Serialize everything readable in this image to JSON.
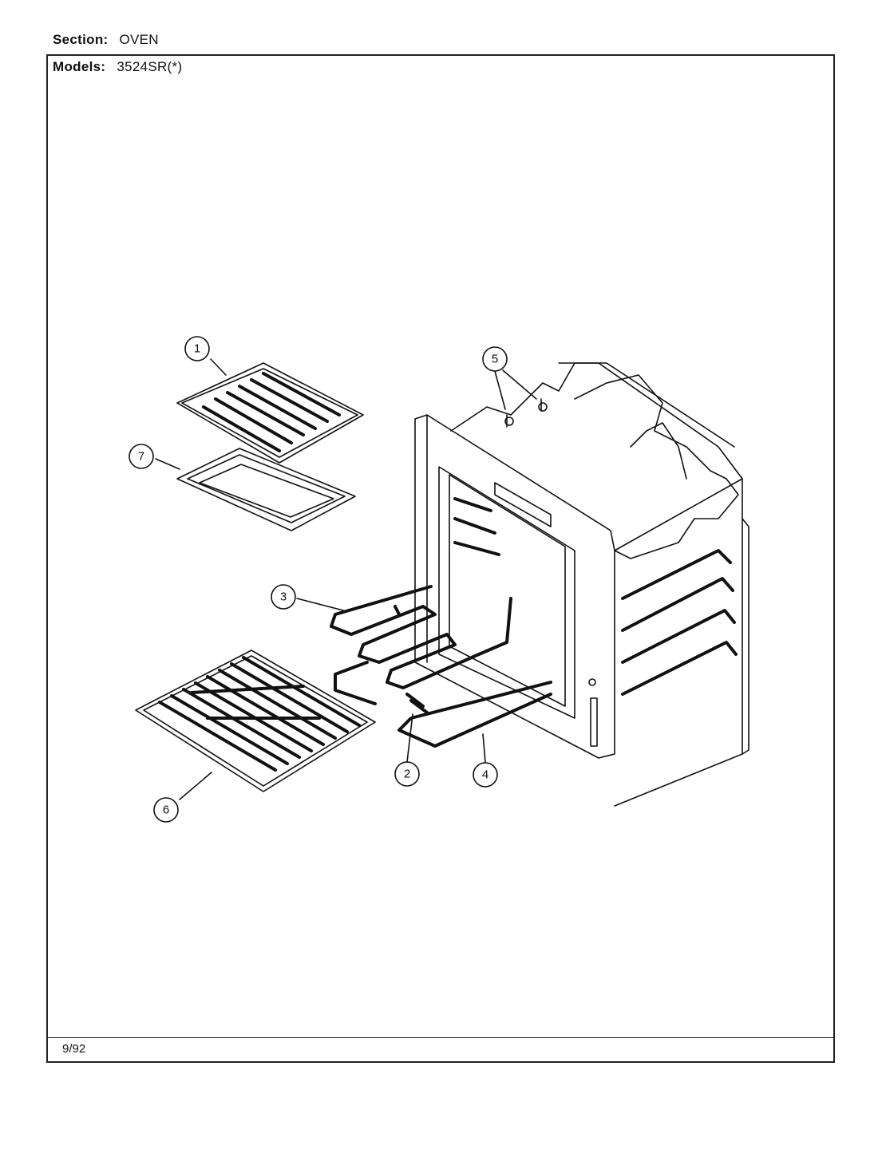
{
  "header": {
    "section_label": "Section:",
    "section_value": "OVEN",
    "models_label": "Models:",
    "models_value": "3524SR(*)"
  },
  "footer": {
    "date": "9/92"
  },
  "callouts": [
    {
      "id": "1",
      "label": "1",
      "part": "broiler-pan-insert"
    },
    {
      "id": "2",
      "label": "2",
      "part": "element-bracket"
    },
    {
      "id": "3",
      "label": "3",
      "part": "broil-element"
    },
    {
      "id": "4",
      "label": "4",
      "part": "bake-element"
    },
    {
      "id": "5",
      "label": "5",
      "part": "oven-liner-fasteners"
    },
    {
      "id": "6",
      "label": "6",
      "part": "oven-rack"
    },
    {
      "id": "7",
      "label": "7",
      "part": "broiler-pan"
    }
  ]
}
